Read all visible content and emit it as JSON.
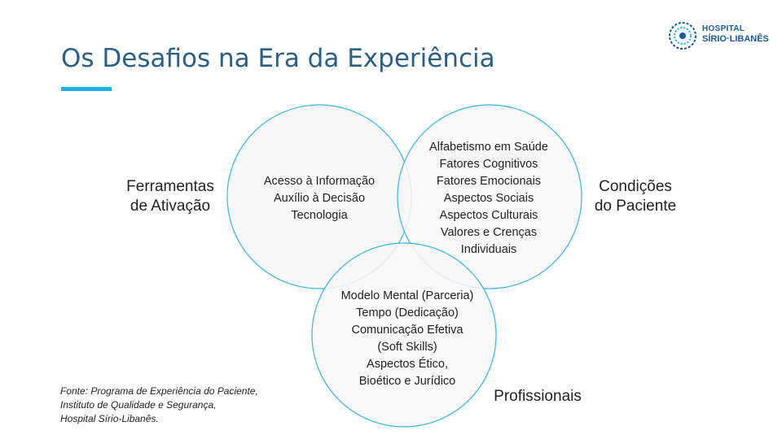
{
  "title": "Os Desafios na Era da Experiência",
  "logo": {
    "line1": "HOSPITAL",
    "line2": "SÍRIO·LIBANÊS",
    "colors": {
      "primary": "#1a5a9a",
      "accent": "#1fb1e2"
    }
  },
  "diagram": {
    "sets": [
      {
        "label": "Ferramentas\nde Ativação",
        "items": [
          "Acesso à Informação",
          "Auxílio à Decisão",
          "Tecnologia"
        ]
      },
      {
        "label": "Condições\ndo Paciente",
        "items": [
          "Alfabetismo em Saúde",
          "Fatores Cognitivos",
          "Fatores Emocionais",
          "Aspectos Sociais",
          "Aspectos Culturais",
          "Valores e Crenças",
          "Individuais"
        ]
      },
      {
        "label": "Profissionais",
        "items": [
          "Modelo Mental (Parceria)",
          "Tempo (Dedicação)",
          "Comunicação Efetiva",
          "(Soft Skills)",
          "Aspectos Ético,",
          "Bioético e Jurídico"
        ]
      }
    ]
  },
  "source": [
    "Fonte: Programa de Experiência do Paciente,",
    "Instituto de Qualidade e Segurança,",
    "Hospital Sírio-Libanês."
  ],
  "colors": {
    "title": "#2a5f86",
    "accent_bar": "#1fb1e2",
    "circle_stroke": "#39b4e6",
    "circle_fill": "#f8f8f8"
  }
}
